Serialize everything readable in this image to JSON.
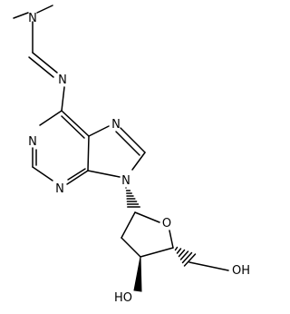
{
  "atoms": {
    "n_dimethyl": "N",
    "n_imine": "N",
    "n1": "N",
    "n3": "N",
    "n7": "N",
    "n9": "N",
    "o_ring": "O",
    "oh_5prime": "OH",
    "oh_3prime": "HO"
  },
  "colors": {
    "ink": "#000000",
    "background": "#ffffff"
  }
}
